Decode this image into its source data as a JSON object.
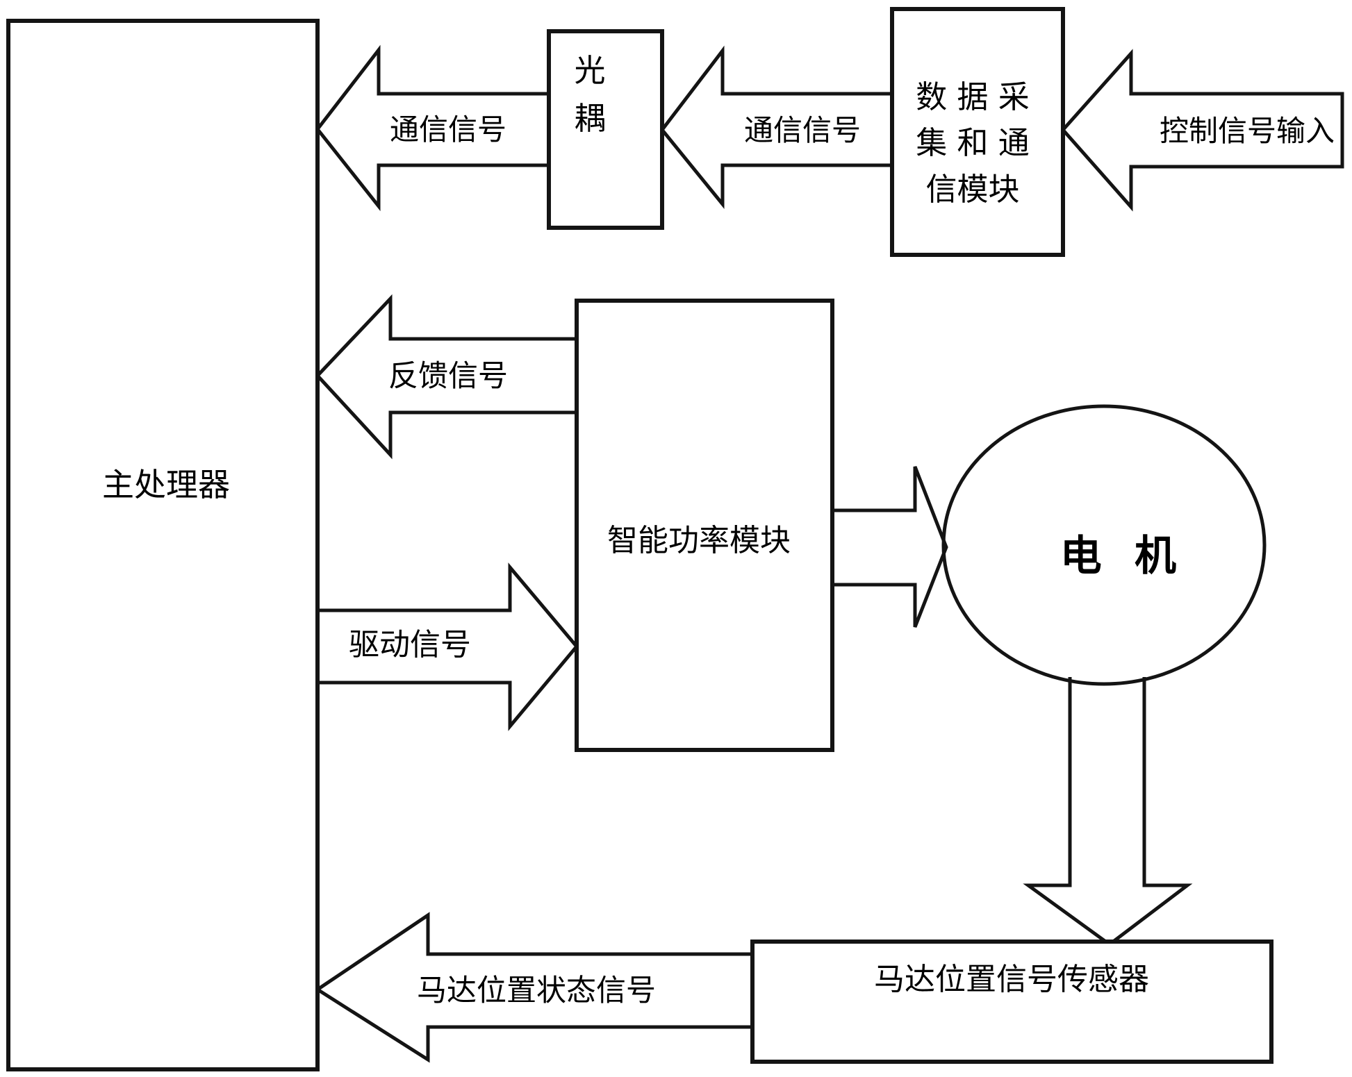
{
  "diagram": {
    "type": "block-diagram",
    "colors": {
      "line": "#141414",
      "background": "#ffffff",
      "text": "#000000"
    },
    "nodes": {
      "main_processor": {
        "label": "主处理器"
      },
      "optocoupler": {
        "label": "光耦",
        "lines": [
          "光",
          "耦"
        ]
      },
      "daq_comm_module": {
        "label": "数据采集和通信模块",
        "lines": [
          "数 据 采",
          "集 和 通",
          "信模块"
        ]
      },
      "intelligent_power_module": {
        "label": "智能功率模块"
      },
      "motor": {
        "label": "电 机"
      },
      "motor_position_sensor": {
        "label": "马达位置信号传感器"
      }
    },
    "signals": {
      "control_input": {
        "label": "控制信号输入"
      },
      "comm_daq_to_optocoupler": {
        "label": "通信信号"
      },
      "comm_optocoupler_to_processor": {
        "label": "通信信号"
      },
      "feedback": {
        "label": "反馈信号"
      },
      "drive": {
        "label": "驱动信号"
      },
      "position_status": {
        "label": "马达位置状态信号"
      }
    }
  }
}
